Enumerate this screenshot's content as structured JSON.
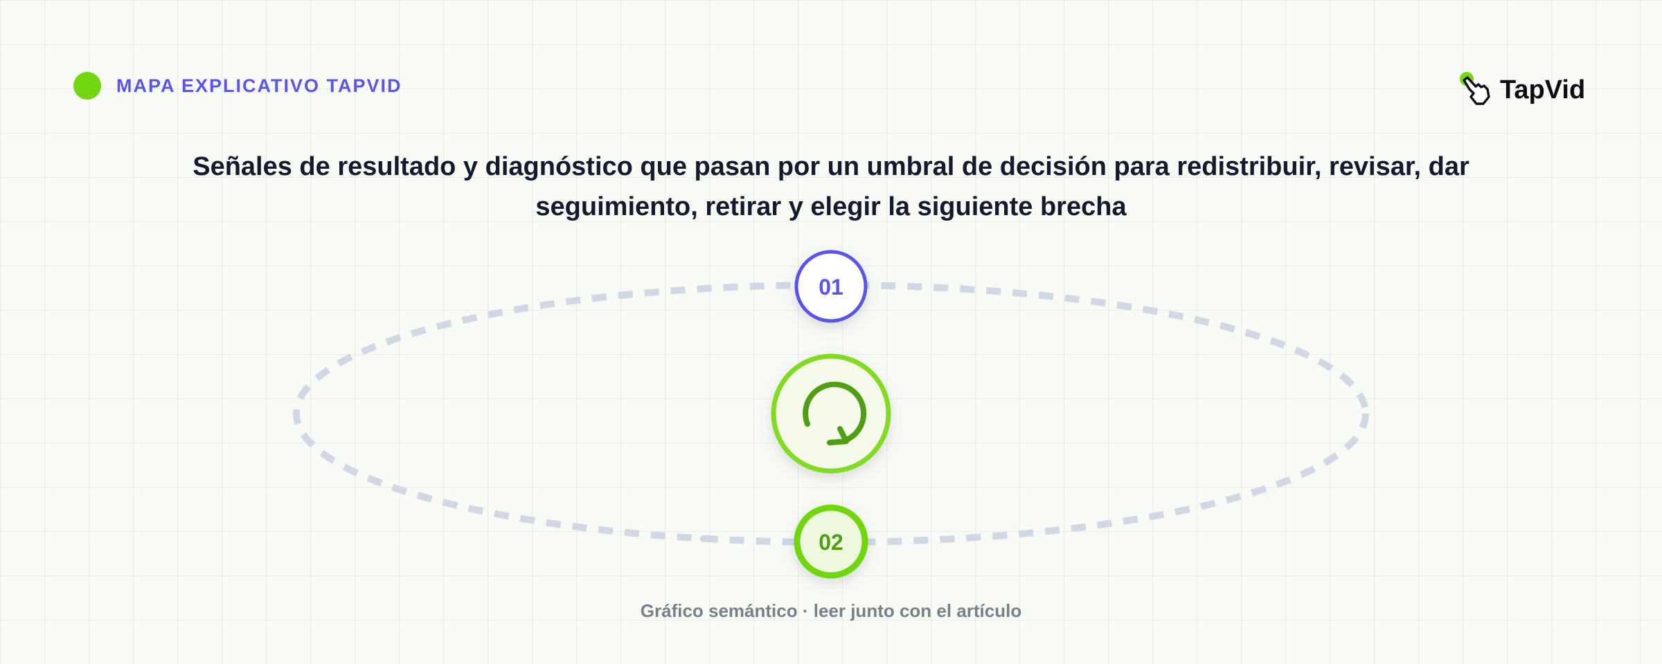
{
  "header": {
    "tag": "MAPA EXPLICATIVO TAPVID"
  },
  "brand": {
    "name": "TapVid",
    "icon": "pointing-hand-icon"
  },
  "title": "Señales de resultado y diagnóstico que pasan por un umbral de decisión para redistribuir, revisar, dar seguimiento, retirar y elegir la siguiente brecha",
  "diagram": {
    "center_icon": "refresh-cycle-icon",
    "nodes": [
      {
        "label": "01",
        "color": "#5a55e6"
      },
      {
        "label": "02",
        "color": "#72d611"
      }
    ]
  },
  "colors": {
    "accent_purple": "#5a55e6",
    "accent_green": "#72d611",
    "cycle_green": "#4f9e14",
    "ring_dashes": "#d2d8e3",
    "title": "#14192c"
  },
  "footer": {
    "note": "Gráfico semántico · leer junto con el artículo"
  }
}
